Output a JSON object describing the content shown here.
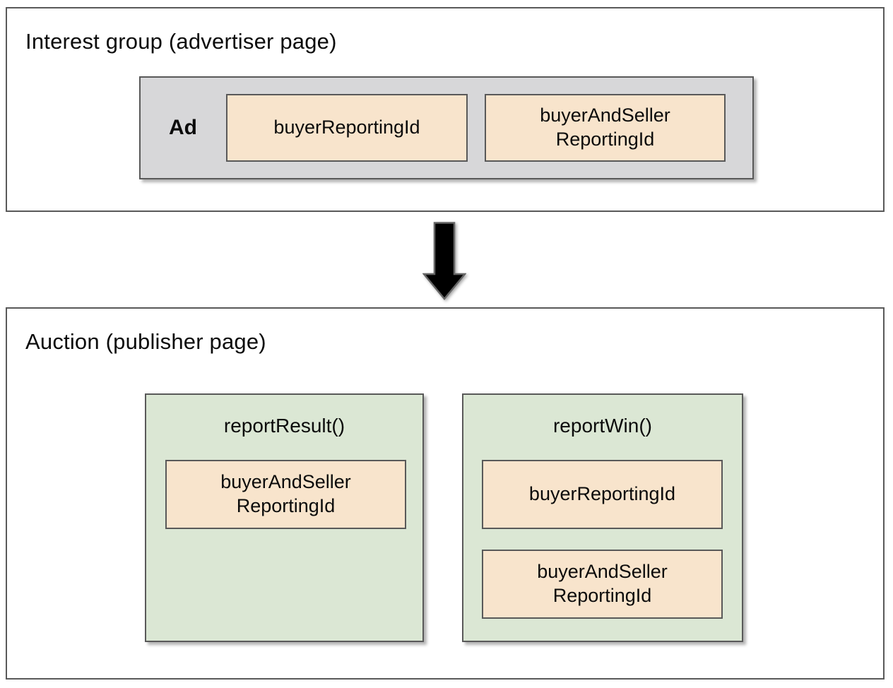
{
  "top_panel": {
    "title": "Interest group (advertiser page)",
    "ad_label": "Ad",
    "id_boxes": [
      {
        "label": "buyerReportingId"
      },
      {
        "label": "buyerAndSeller\nReportingId"
      }
    ]
  },
  "arrow": {
    "direction": "down"
  },
  "bottom_panel": {
    "title": "Auction (publisher page)",
    "functions": [
      {
        "name": "reportResult()",
        "id_boxes": [
          {
            "label": "buyerAndSeller\nReportingId"
          }
        ]
      },
      {
        "name": "reportWin()",
        "id_boxes": [
          {
            "label": "buyerReportingId"
          },
          {
            "label": "buyerAndSeller\nReportingId"
          }
        ]
      }
    ]
  },
  "colors": {
    "panel_border": "#595959",
    "ad_box_fill": "#d7d7d9",
    "id_box_fill": "#f8e4cc",
    "function_box_fill": "#dbe7d4",
    "arrow_fill": "#000000",
    "arrow_outline": "#666666",
    "text": "#0b0b0b"
  }
}
